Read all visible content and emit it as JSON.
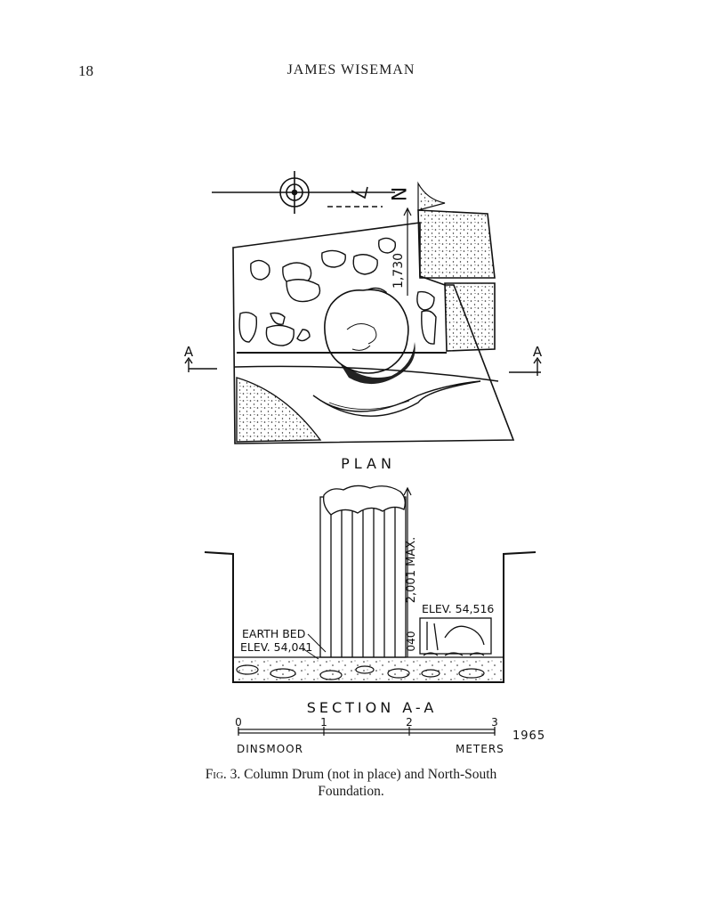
{
  "header": {
    "page_number": "18",
    "running_head": "JAMES WISEMAN"
  },
  "figure": {
    "north_label": "N",
    "section_marker_left": "A",
    "section_marker_right": "A",
    "plan_dimension": "1,730",
    "plan_title": "PLAN",
    "section_title": "SECTION A-A",
    "height_dimension": "2,001 MAX.",
    "elev_right": "ELEV. 54,516",
    "earth_bed": "EARTH BED",
    "elev_left": "ELEV. 54,041",
    "small_dimension": "040",
    "scale": {
      "ticks": [
        "0",
        "1",
        "2",
        "3"
      ],
      "units": "METERS",
      "author": "DINSMOOR",
      "year": "1965"
    }
  },
  "caption": {
    "label": "Fig. 3.",
    "line1": "Column Drum (not in place) and North-South",
    "line2": "Foundation."
  }
}
